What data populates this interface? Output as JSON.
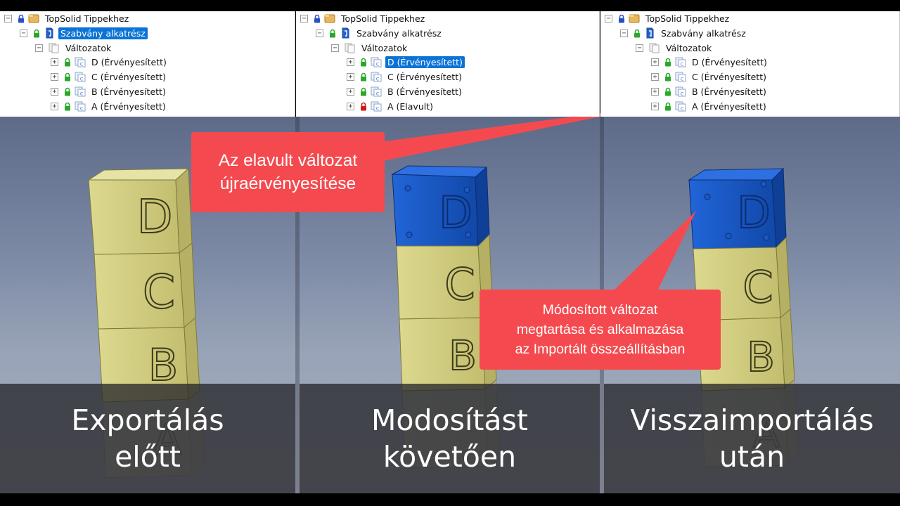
{
  "colors": {
    "accent_red": "#f44a4f",
    "selection_blue": "#0b73d6",
    "lock_green": "#2aa82a",
    "lock_red": "#d01818",
    "lock_blue": "#2a4fc2"
  },
  "panels": [
    {
      "root": "TopSolid Tippekhez",
      "part": "Szabvány alkatrész",
      "group": "Változatok",
      "variants": [
        {
          "label": "D (Érvényesített)",
          "lock": "green"
        },
        {
          "label": "C (Érvényesített)",
          "lock": "green"
        },
        {
          "label": "B (Érvényesített)",
          "lock": "green"
        },
        {
          "label": "A (Érvényesített)",
          "lock": "green"
        }
      ],
      "selected": "part"
    },
    {
      "root": "TopSolid Tippekhez",
      "part": "Szabvány alkatrész",
      "group": "Változatok",
      "variants": [
        {
          "label": "D (Érvényesített)",
          "lock": "green"
        },
        {
          "label": "C (Érvényesített)",
          "lock": "green"
        },
        {
          "label": "B (Érvényesített)",
          "lock": "green"
        },
        {
          "label": "A (Elavult)",
          "lock": "red"
        }
      ],
      "selected": "variant-0"
    },
    {
      "root": "TopSolid Tippekhez",
      "part": "Szabvány alkatrész",
      "group": "Változatok",
      "variants": [
        {
          "label": "D (Érvényesített)",
          "lock": "green"
        },
        {
          "label": "C (Érvényesített)",
          "lock": "green"
        },
        {
          "label": "B (Érvényesített)",
          "lock": "green"
        },
        {
          "label": "A (Érvényesített)",
          "lock": "green"
        }
      ],
      "selected": "none"
    }
  ],
  "cube_letters": [
    "D",
    "C",
    "B",
    "A"
  ],
  "callouts": {
    "revalidate": [
      "Az elavult változat",
      "újraérvényesítése"
    ],
    "keep": [
      "Módosított változat",
      "megtartása és alkalmazása",
      "az Importált összeállításban"
    ]
  },
  "captions": [
    [
      "Exportálás",
      "előtt"
    ],
    [
      "Modosítást",
      "követően"
    ],
    [
      "Visszaimportálás",
      "után"
    ]
  ]
}
